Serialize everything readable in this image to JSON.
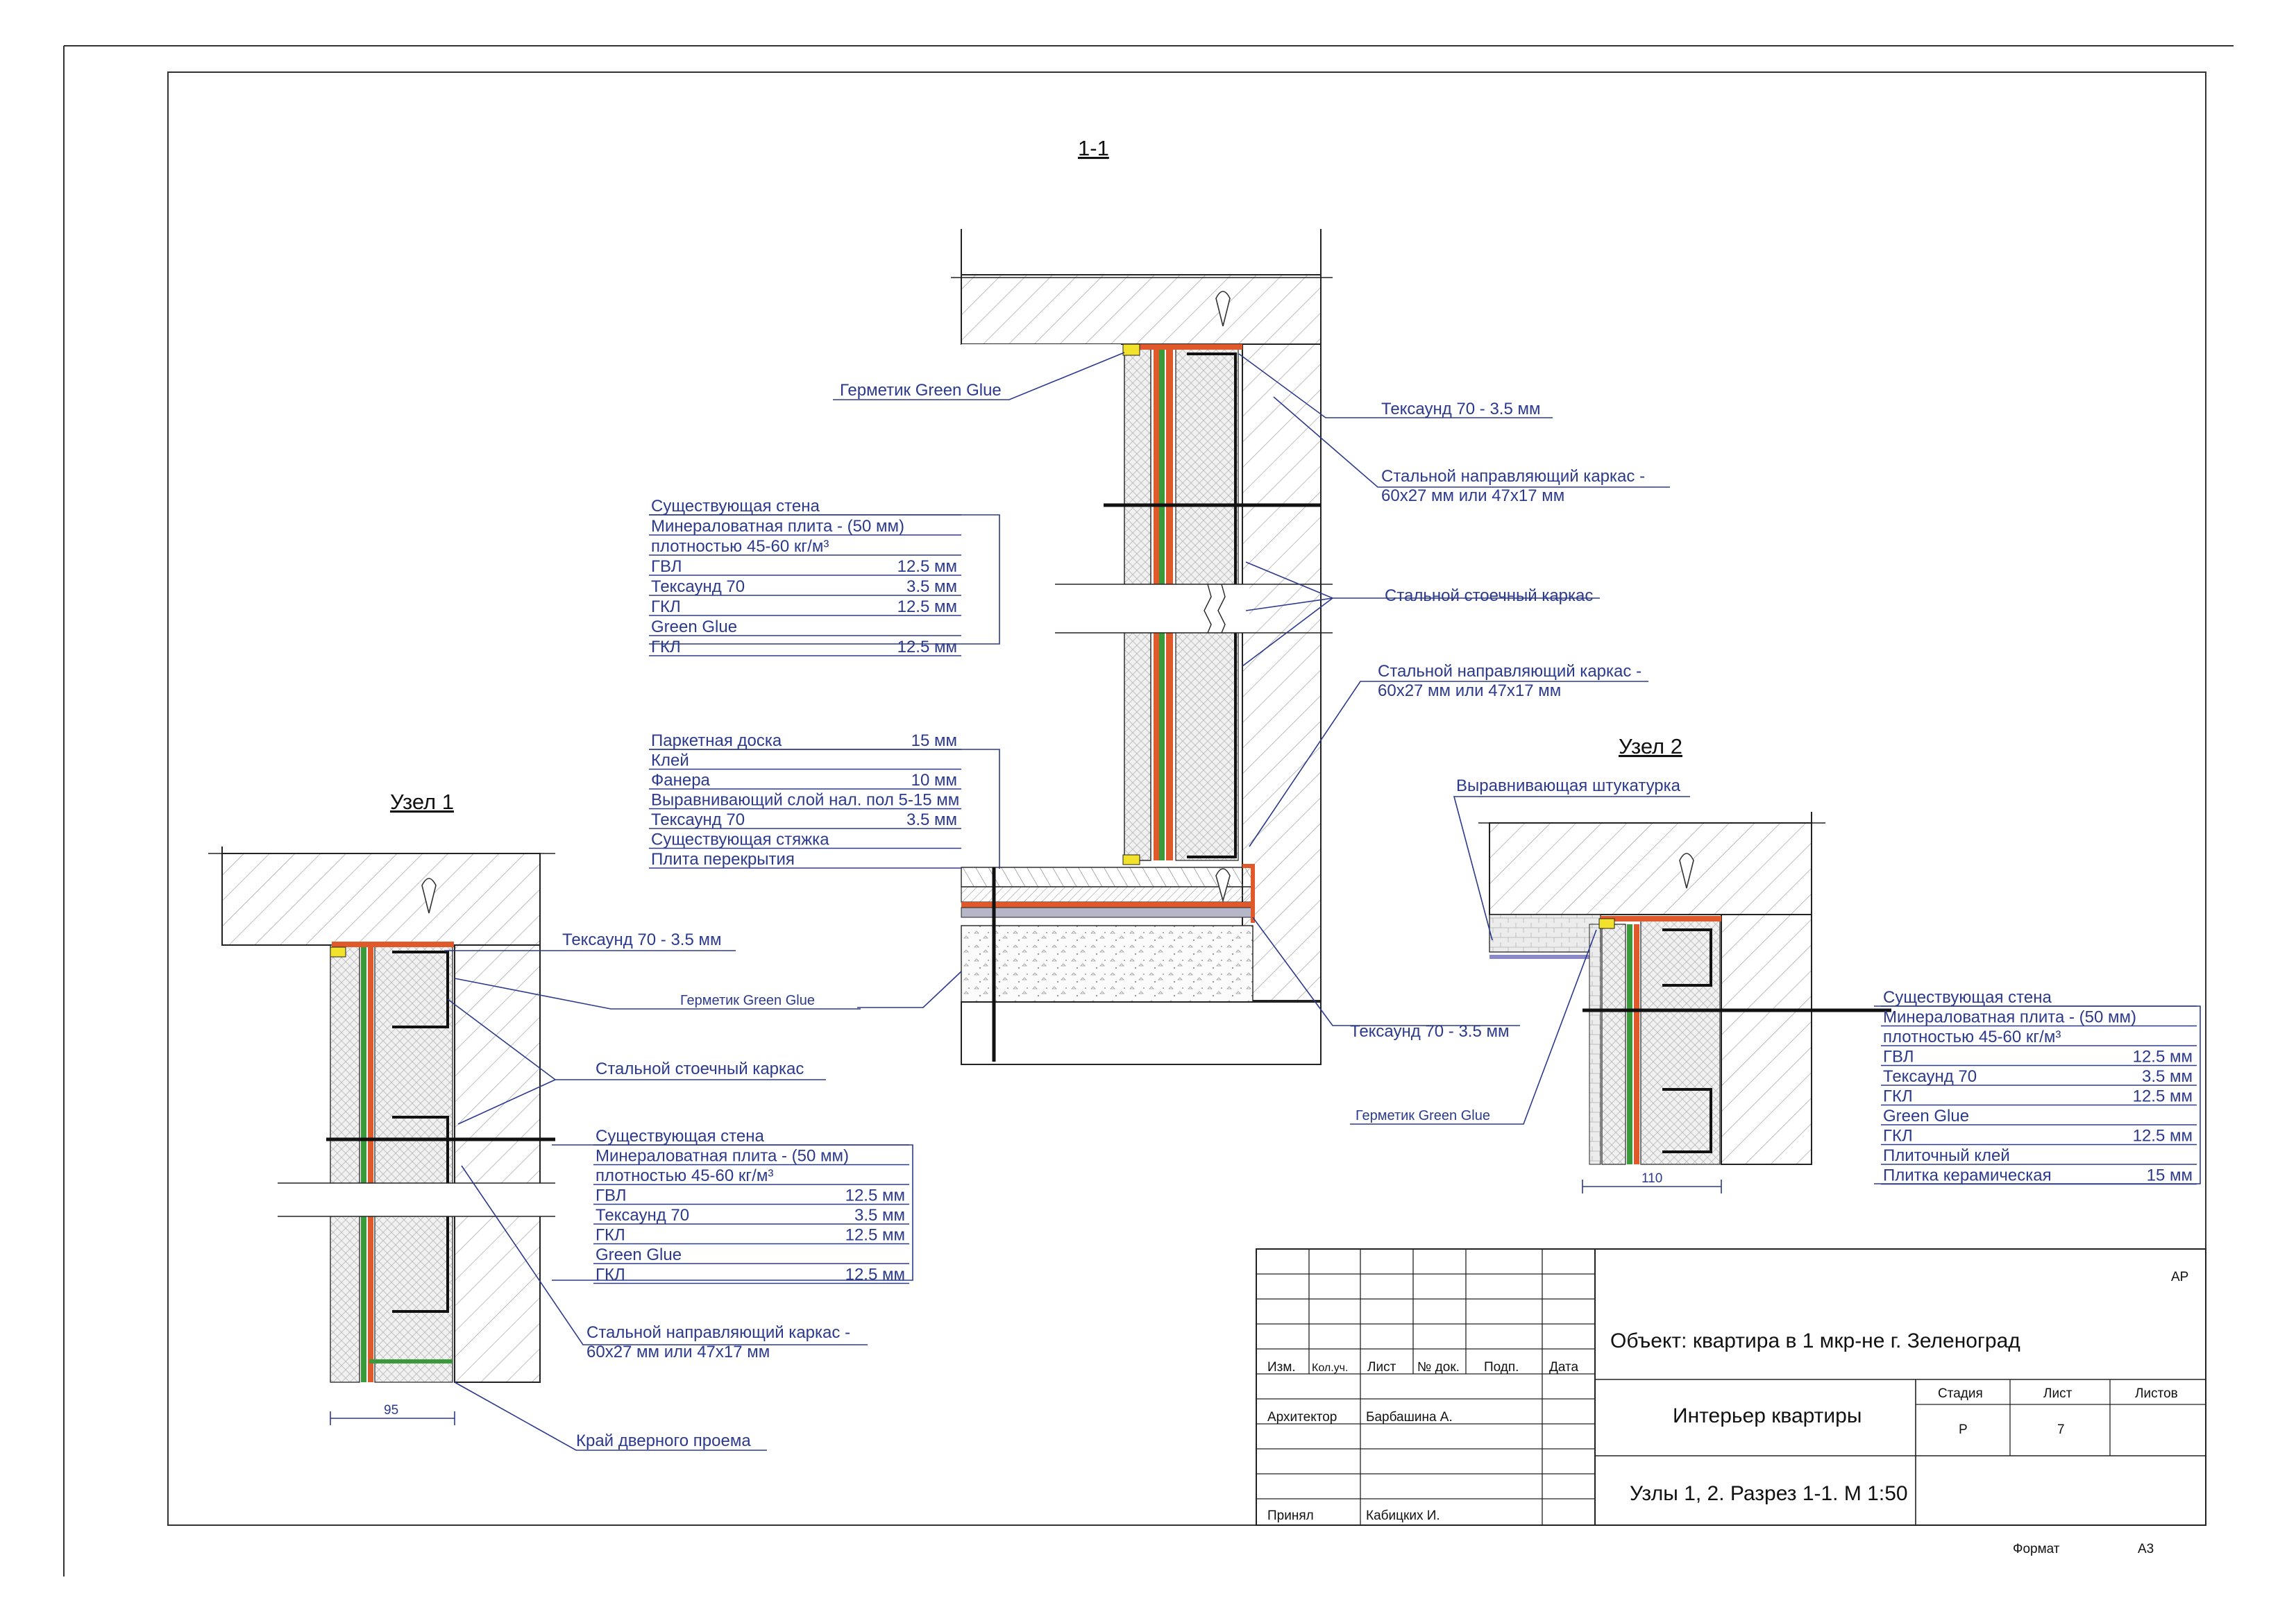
{
  "titles": {
    "section": "1-1",
    "node1": "Узел 1",
    "node2": "Узел 2"
  },
  "section": {
    "callouts": {
      "hermetic": "Герметик Green Glue",
      "texsound_top": "Тексаунд 70 - 3.5 мм",
      "guide_top_1": "Стальной направляющий каркас -",
      "guide_top_2": "60x27 мм или 47x17 мм",
      "stud": "Стальной стоечный каркас",
      "guide_mid_1": "Стальной направляющий каркас -",
      "guide_mid_2": "60x27 мм или 47x17 мм",
      "texsound_bottom": "Тексаунд 70 - 3.5 мм",
      "hermetic_floor": "Герметик Green Glue"
    },
    "wall_layers": [
      {
        "name": "Существующая стена",
        "value": ""
      },
      {
        "name": "Минераловатная плита - (50 мм)",
        "value": ""
      },
      {
        "name": "плотностью 45-60 кг/м³",
        "value": ""
      },
      {
        "name": "ГВЛ",
        "value": "12.5 мм"
      },
      {
        "name": "Тексаунд 70",
        "value": "3.5 мм"
      },
      {
        "name": "ГКЛ",
        "value": "12.5 мм"
      },
      {
        "name": "Green Glue",
        "value": ""
      },
      {
        "name": "ГКЛ",
        "value": "12.5 мм"
      }
    ],
    "floor_layers": [
      {
        "name": "Паркетная доска",
        "value": "15 мм"
      },
      {
        "name": "Клей",
        "value": ""
      },
      {
        "name": "Фанера",
        "value": "10 мм"
      },
      {
        "name": "Выравнивающий слой нал. пол  5-15 мм",
        "value": ""
      },
      {
        "name": "Тексаунд 70",
        "value": "3.5 мм"
      },
      {
        "name": "Существующая стяжка",
        "value": ""
      },
      {
        "name": "Плита перекрытия",
        "value": ""
      }
    ]
  },
  "node1": {
    "callouts": {
      "texsound": "Тексаунд 70 - 3.5 мм",
      "hermetic": "Герметик Green Glue",
      "stud": "Стальной стоечный каркас",
      "guide_1": "Стальной направляющий каркас -",
      "guide_2": "60x27 мм или 47x17 мм",
      "door_edge": "Край дверного проема"
    },
    "layers": [
      {
        "name": "Существующая стена",
        "value": ""
      },
      {
        "name": "Минераловатная плита - (50 мм)",
        "value": ""
      },
      {
        "name": "плотностью 45-60 кг/м³",
        "value": ""
      },
      {
        "name": "ГВЛ",
        "value": "12.5 мм"
      },
      {
        "name": "Тексаунд 70",
        "value": "3.5 мм"
      },
      {
        "name": "ГКЛ",
        "value": "12.5 мм"
      },
      {
        "name": "Green Glue",
        "value": ""
      },
      {
        "name": "ГКЛ",
        "value": "12.5 мм"
      }
    ],
    "dimension": "95"
  },
  "node2": {
    "callouts": {
      "plaster": "Выравнивающая штукатурка",
      "hermetic": "Герметик Green Glue"
    },
    "layers": [
      {
        "name": "Существующая стена",
        "value": ""
      },
      {
        "name": "Минераловатная плита - (50 мм)",
        "value": ""
      },
      {
        "name": "плотностью 45-60 кг/м³",
        "value": ""
      },
      {
        "name": "ГВЛ",
        "value": "12.5 мм"
      },
      {
        "name": "Тексаунд 70",
        "value": "3.5 мм"
      },
      {
        "name": "ГКЛ",
        "value": "12.5 мм"
      },
      {
        "name": "Green Glue",
        "value": ""
      },
      {
        "name": "ГКЛ",
        "value": "12.5 мм"
      },
      {
        "name": "Плиточный клей",
        "value": ""
      },
      {
        "name": "Плитка керамическая",
        "value": "15 мм"
      }
    ],
    "dimension": "110"
  },
  "title_block": {
    "code": "АР",
    "object": "Объект: квартира в 1 мкр-не г. Зеленоград",
    "headers": [
      "Изм.",
      "Кол.уч.",
      "Лист",
      "№ док.",
      "Подп.",
      "Дата"
    ],
    "rows": [
      {
        "role": "Архитектор",
        "name": "Барбашина А."
      },
      {
        "role": "Принял",
        "name": "Кабицких И."
      }
    ],
    "project": "Интерьер квартиры",
    "sheet_title": "Узлы 1, 2. Разрез 1-1. М 1:50",
    "stage_label": "Стадия",
    "sheet_label": "Лист",
    "sheets_label": "Листов",
    "stage": "Р",
    "sheet": "7",
    "sheets": "",
    "format_label": "Формат",
    "format": "А3"
  },
  "colors": {
    "annotation": "#2b3a8c",
    "texsound": "#e0592a",
    "glue": "#3a9a3a",
    "sealant": "#f2e22c",
    "frame": "#111111"
  }
}
